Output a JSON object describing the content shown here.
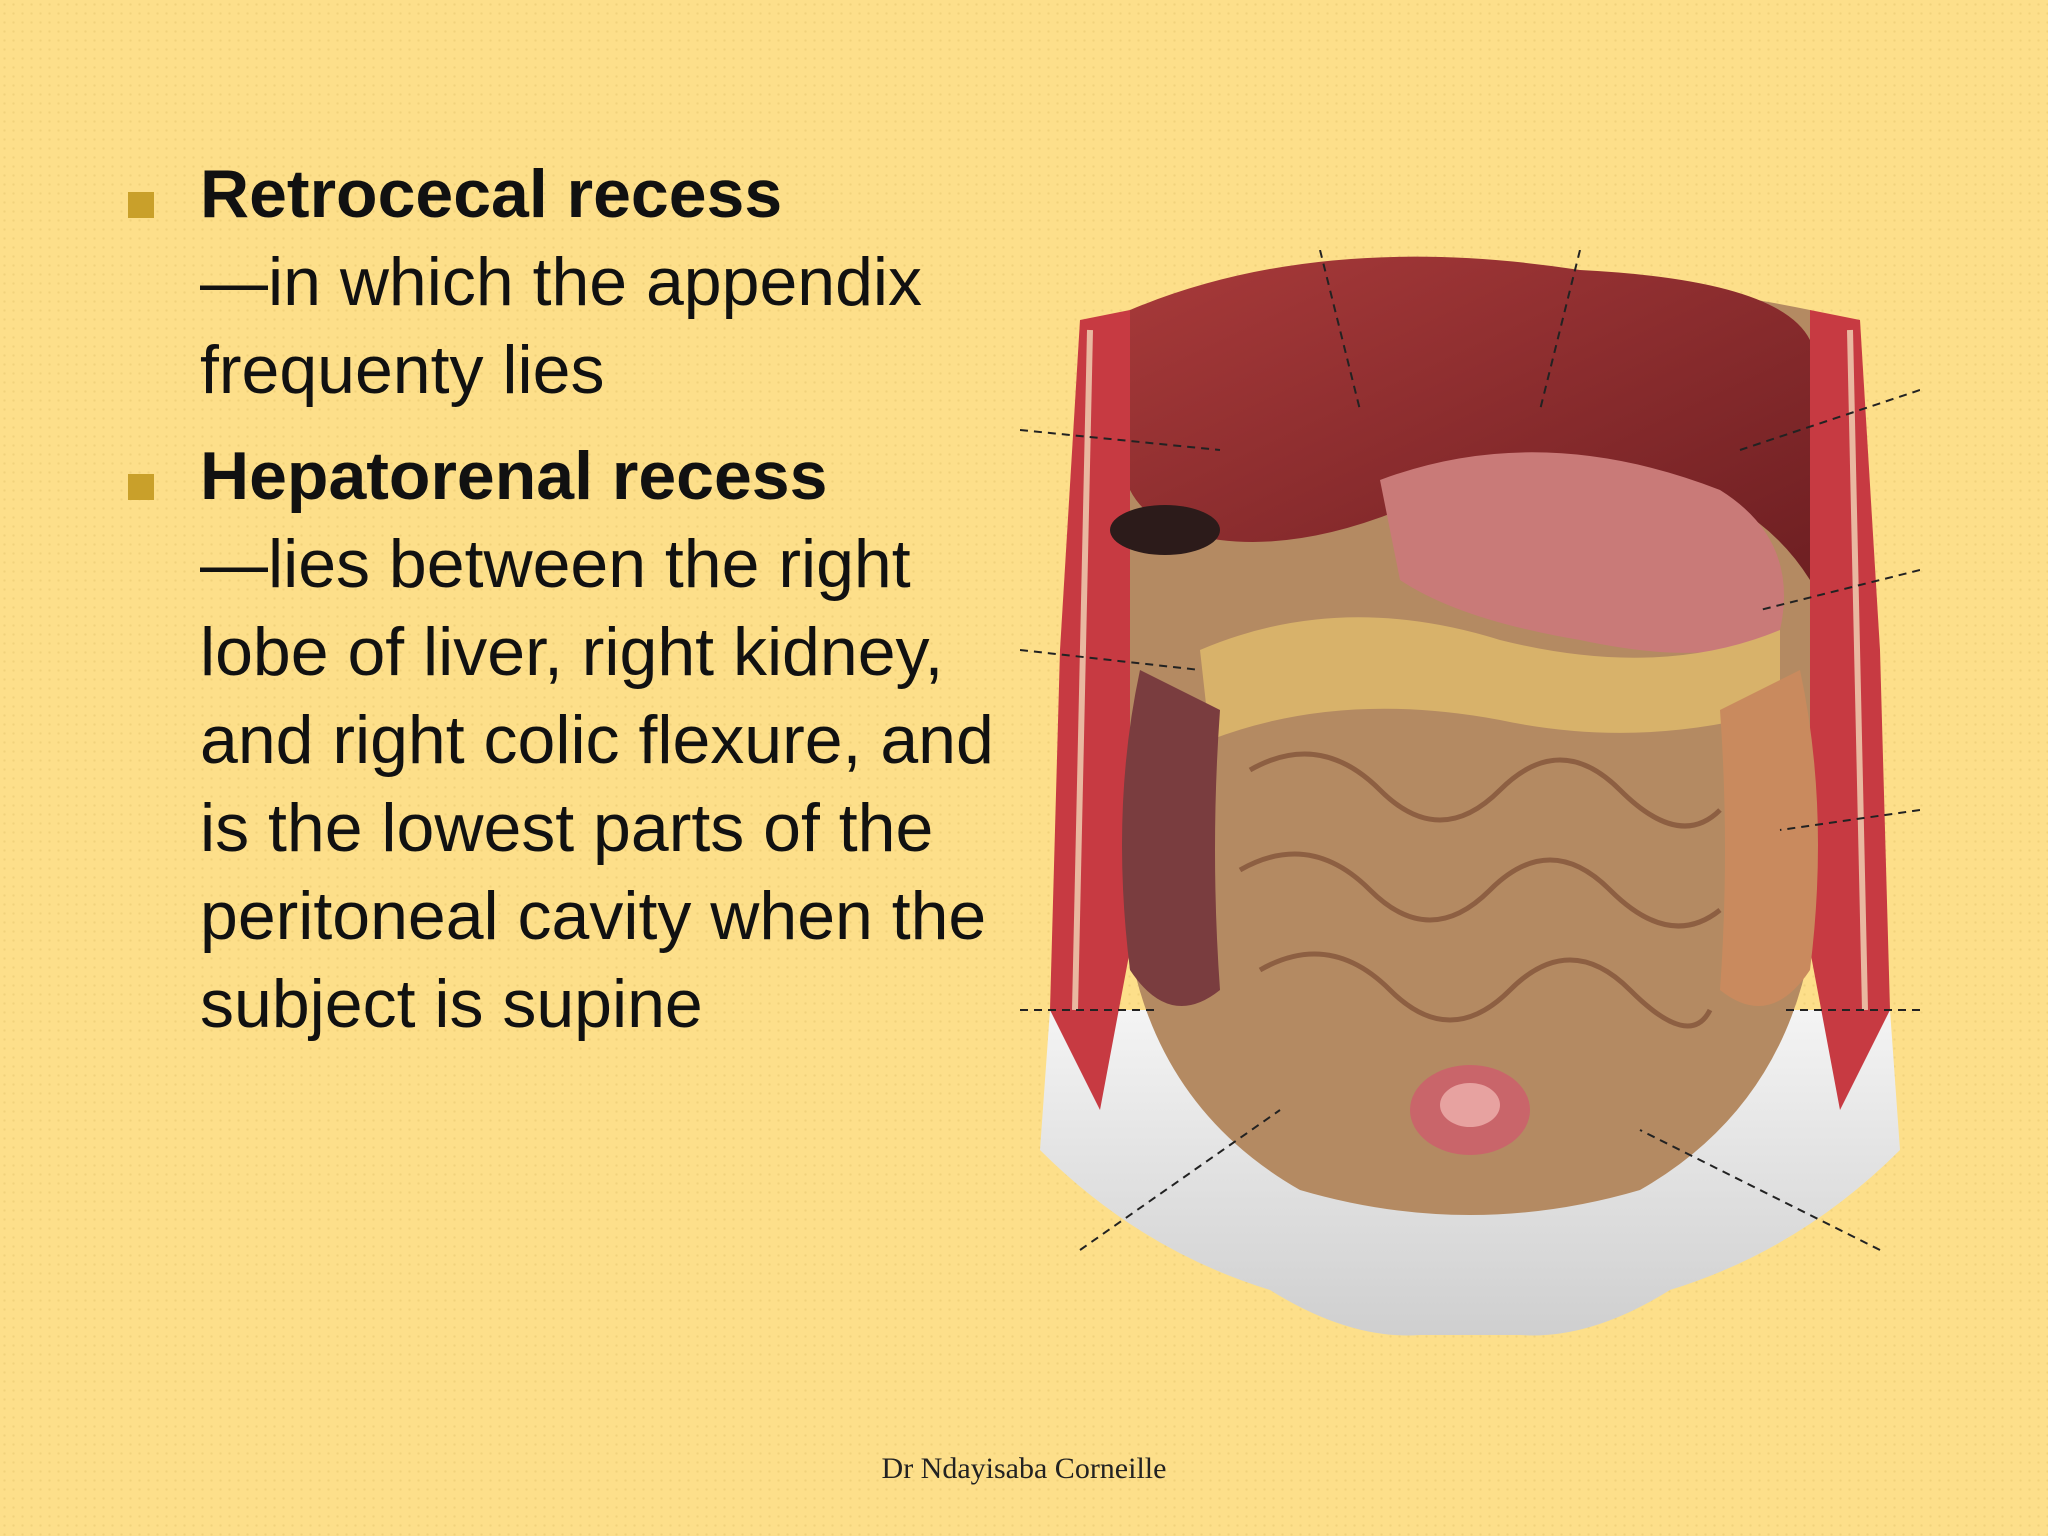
{
  "bullets": [
    {
      "title": "Retrocecal recess",
      "body": "—in which the appendix frequenty lies"
    },
    {
      "title": "Hepatorenal recess",
      "body": "—lies between the right lobe of liver, right kidney, and right colic flexure, and is the lowest parts of the peritoneal cavity when the subject is supine"
    }
  ],
  "footer": {
    "author": "Dr Ndayisaba Corneille"
  },
  "colors": {
    "background": "#fddf8a",
    "bullet_marker": "#c9a02a",
    "liver": "#8e2a2a",
    "intestine": "#c99e6e",
    "muscle": "#c73a42",
    "bone": "#e8e8e8"
  }
}
